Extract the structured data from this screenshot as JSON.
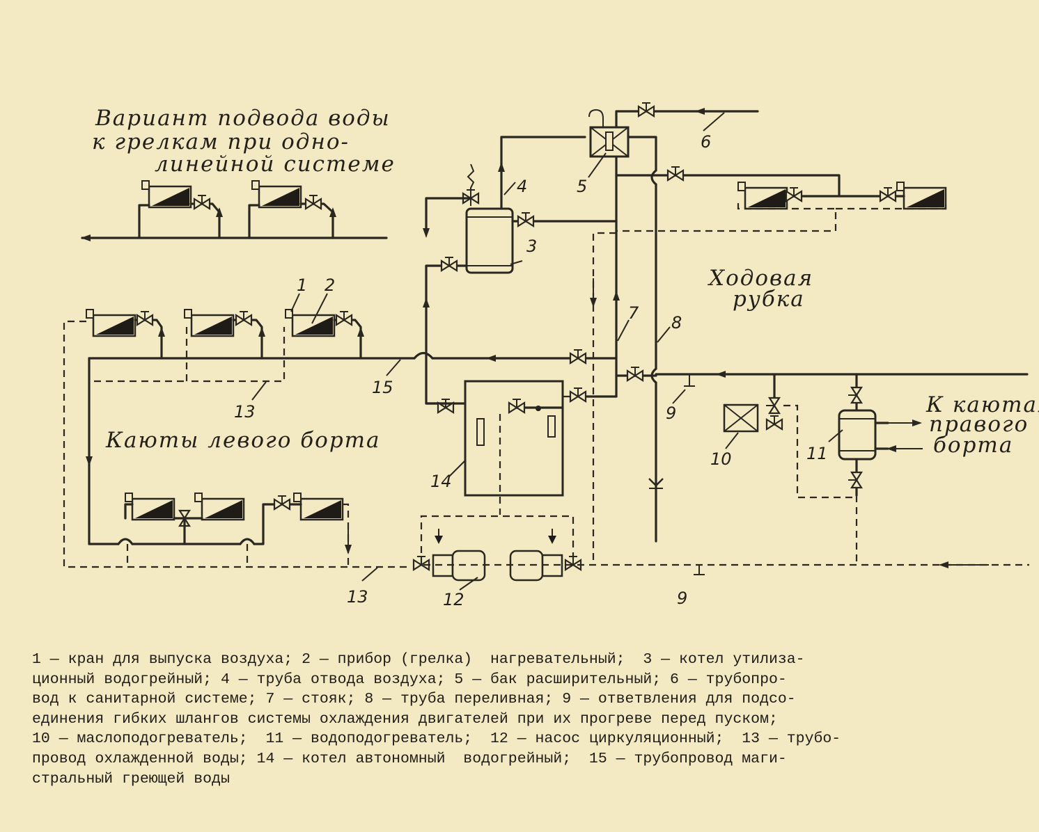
{
  "labels": {
    "variant_l1": "Вариант подвода воды",
    "variant_l2": "к грелкам при одно-",
    "variant_l3": "линейной системе",
    "bridge_l1": "Ходовая",
    "bridge_l2": "рубка",
    "port_cabins": "Каюты левого борта",
    "starboard_l1": "К каютам",
    "starboard_l2": "правого",
    "starboard_l3": "борта"
  },
  "callouts": {
    "n1": "1",
    "n2": "2",
    "n3": "3",
    "n4": "4",
    "n5": "5",
    "n6": "6",
    "n7": "7",
    "n8": "8",
    "n9a": "9",
    "n9b": "9",
    "n10": "10",
    "n11": "11",
    "n12": "12",
    "n13a": "13",
    "n13b": "13",
    "n14": "14",
    "n15": "15"
  },
  "legend": {
    "line1": "1 — кран для выпуска воздуха; 2 — прибор (грелка)  нагревательный;  3 — котел утилиза-",
    "line2": "ционный водогрейный; 4 — труба отвода воздуха; 5 — бак расширительный; 6 — трубопро-",
    "line3": "вод к санитарной системе; 7 — стояк; 8 — труба переливная; 9 — ответвления для подсо-",
    "line4": "единения гибких шлангов системы охлаждения двигателей при их прогреве перед пуском;",
    "line5": "10 — маслоподогреватель;  11 — водоподогреватель;  12 — насос циркуляционный;  13 — трубо-",
    "line6": "провод охлажденной воды; 14 — котел автономный  водогрейный;  15 — трубопровод маги-",
    "line7": "стральный греющей воды"
  }
}
